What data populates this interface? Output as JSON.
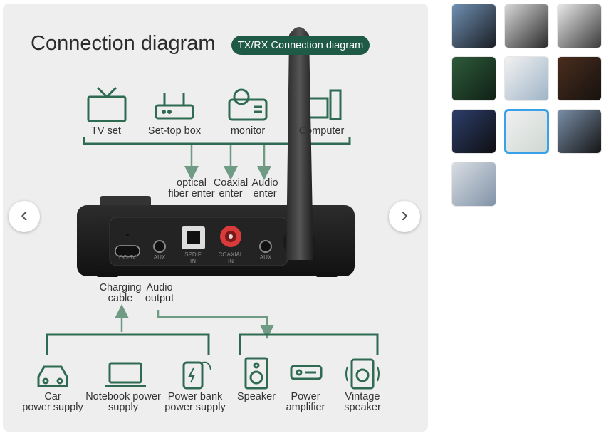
{
  "title": "Connection diagram",
  "badge": "TX/RX Connection diagram",
  "top_devices": [
    {
      "label": "TV set",
      "icon": "tv-icon"
    },
    {
      "label": "Set-top box",
      "icon": "router-icon"
    },
    {
      "label": "monitor",
      "icon": "projector-icon"
    },
    {
      "label": "Computer",
      "icon": "computer-icon"
    }
  ],
  "inputs": {
    "optical": [
      "optical",
      "fiber enter"
    ],
    "coaxial": [
      "Coaxial",
      "enter"
    ],
    "audio": [
      "Audio",
      "enter"
    ]
  },
  "ports": {
    "dc": "DC-5V",
    "aux1": "AUX",
    "spdif": [
      "SPDIF",
      "IN"
    ],
    "coaxial": [
      "COAXIAL",
      "IN"
    ],
    "aux2": "AUX"
  },
  "outputs": {
    "charging": [
      "Charging",
      "cable"
    ],
    "audio": [
      "Audio",
      "output"
    ]
  },
  "power_devices": [
    {
      "lines": [
        "Car",
        "power supply"
      ],
      "icon": "car-icon"
    },
    {
      "lines": [
        "Notebook power",
        "supply"
      ],
      "icon": "laptop-icon"
    },
    {
      "lines": [
        "Power bank",
        "power supply"
      ],
      "icon": "power-bank-icon"
    }
  ],
  "audio_devices": [
    {
      "lines": [
        "Speaker"
      ],
      "icon": "speaker-icon"
    },
    {
      "lines": [
        "Power",
        "amplifier"
      ],
      "icon": "amplifier-icon"
    },
    {
      "lines": [
        "Vintage",
        "speaker"
      ],
      "icon": "vintage-speaker-icon"
    }
  ],
  "nav": {
    "prev": "‹",
    "next": "›"
  },
  "colors": {
    "accent_green": "#2f6b52",
    "arrow_green": "#6f9a83",
    "badge": "#1f5a46",
    "thumb_selected": "#3aa0e8"
  },
  "thumbnails_count": 10,
  "selected_thumbnail": 8
}
